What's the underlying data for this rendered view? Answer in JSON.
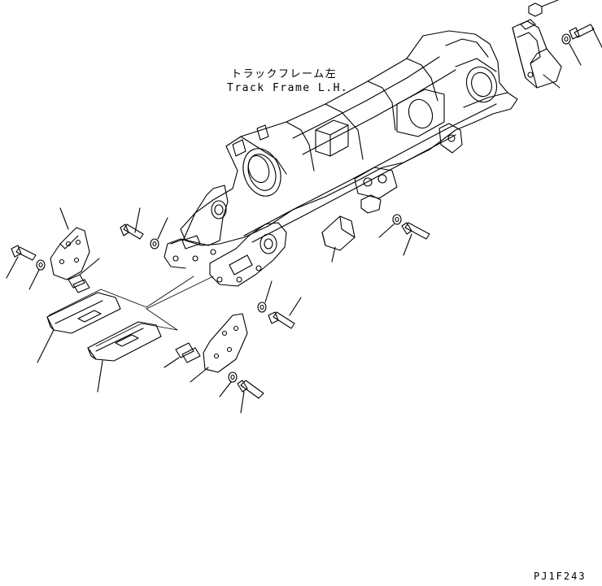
{
  "title": {
    "japanese": "トラックフレーム左",
    "english": "Track Frame L.H."
  },
  "drawing_code": "PJ1F243",
  "colors": {
    "line": "#000000",
    "background": "#ffffff"
  },
  "parts": [
    "track-frame",
    "rear-bracket",
    "rear-bolt",
    "rear-washer",
    "rear-nut",
    "left-guard-plate",
    "left-bolt",
    "left-washer",
    "left-shim",
    "middle-bolt",
    "middle-washer",
    "left-guide",
    "right-guide",
    "right-guard-plate",
    "right-shim",
    "front-bolt",
    "front-washer",
    "small-guard",
    "center-bolt",
    "center-washer"
  ]
}
